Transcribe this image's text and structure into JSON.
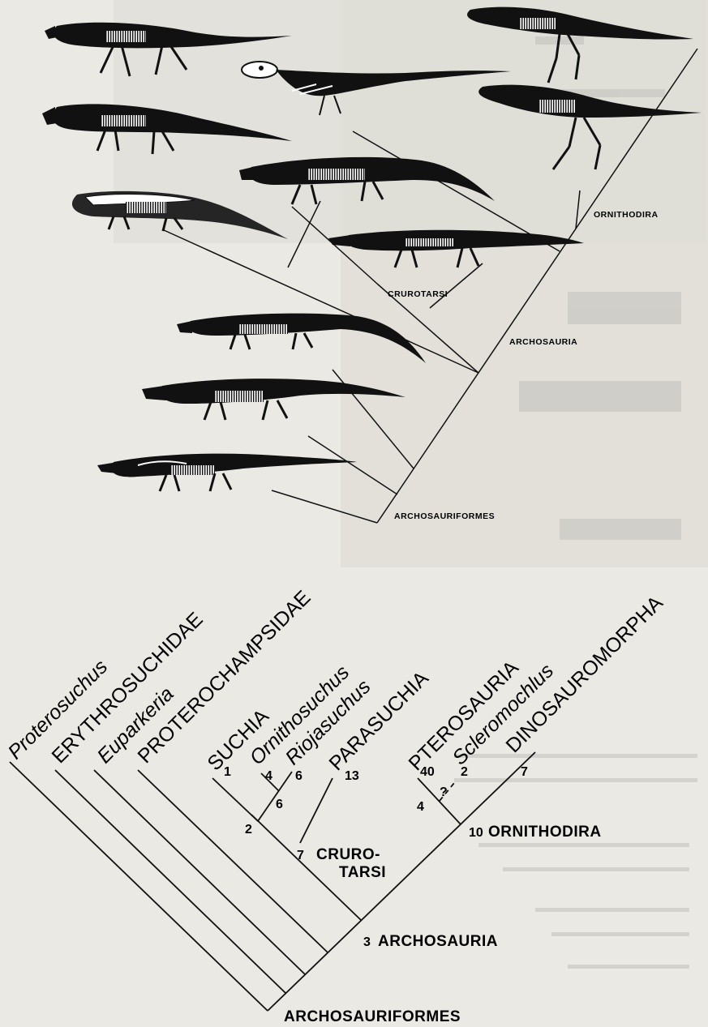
{
  "top_cladogram": {
    "labels": {
      "ornithodira": "ORNITHODIRA",
      "crurotarsi": "CRUROTARSI",
      "archosauria": "ARCHOSAURIA",
      "archosauriformes": "ARCHOSAURIFORMES"
    },
    "animals": [
      "proterosuchus-reconstruction",
      "erythrosuchid-reconstruction",
      "euparkeria-reconstruction",
      "proterochampsid-reconstruction",
      "suchian-reconstruction",
      "ornithosuchus-reconstruction",
      "parasuchian-reconstruction",
      "pterosaur-reconstruction",
      "scleromochlus-reconstruction",
      "dinosauromorph-reconstruction-upper",
      "dinosauromorph-reconstruction-lower"
    ]
  },
  "bottom_cladogram": {
    "taxa": [
      {
        "label": "Proterosuchus",
        "italic": true
      },
      {
        "label": "ERYTHROSUCHIDAE",
        "italic": false
      },
      {
        "label": "Euparkeria",
        "italic": true
      },
      {
        "label": "PROTEROCHAMPSIDAE",
        "italic": false
      },
      {
        "label": "SUCHIA",
        "italic": false
      },
      {
        "label": "Ornithosuchus",
        "italic": true
      },
      {
        "label": "Riojasuchus",
        "italic": true
      },
      {
        "label": "PARASUCHIA",
        "italic": false
      },
      {
        "label": "PTEROSAURIA",
        "italic": false
      },
      {
        "label": "Scleromochlus",
        "italic": true
      },
      {
        "label": "DINOSAUROMORPHA",
        "italic": false
      }
    ],
    "numbers": {
      "suchia": "1",
      "ornithosuchus": "4",
      "riojasuchus": "6",
      "ornithosuchid_node": "6",
      "suchia_node": "2",
      "parasuchia": "13",
      "pterosauria": "40",
      "scleromochlus": "2",
      "question": "?",
      "ptero_node": "4",
      "dinosauromorpha": "7",
      "crurotarsi_node": "7",
      "ornithodira_node": "10",
      "archosauria_node": "3"
    },
    "clades": {
      "crurotarsi_line1": "CRURO-",
      "crurotarsi_line2": "TARSI",
      "ornithodira": "ORNITHODIRA",
      "archosauria": "ARCHOSAURIA",
      "archosauriformes": "ARCHOSAURIFORMES"
    }
  },
  "colors": {
    "background": "#ebe9e3",
    "ink": "#111111",
    "ghost": "#b9b8b3"
  }
}
